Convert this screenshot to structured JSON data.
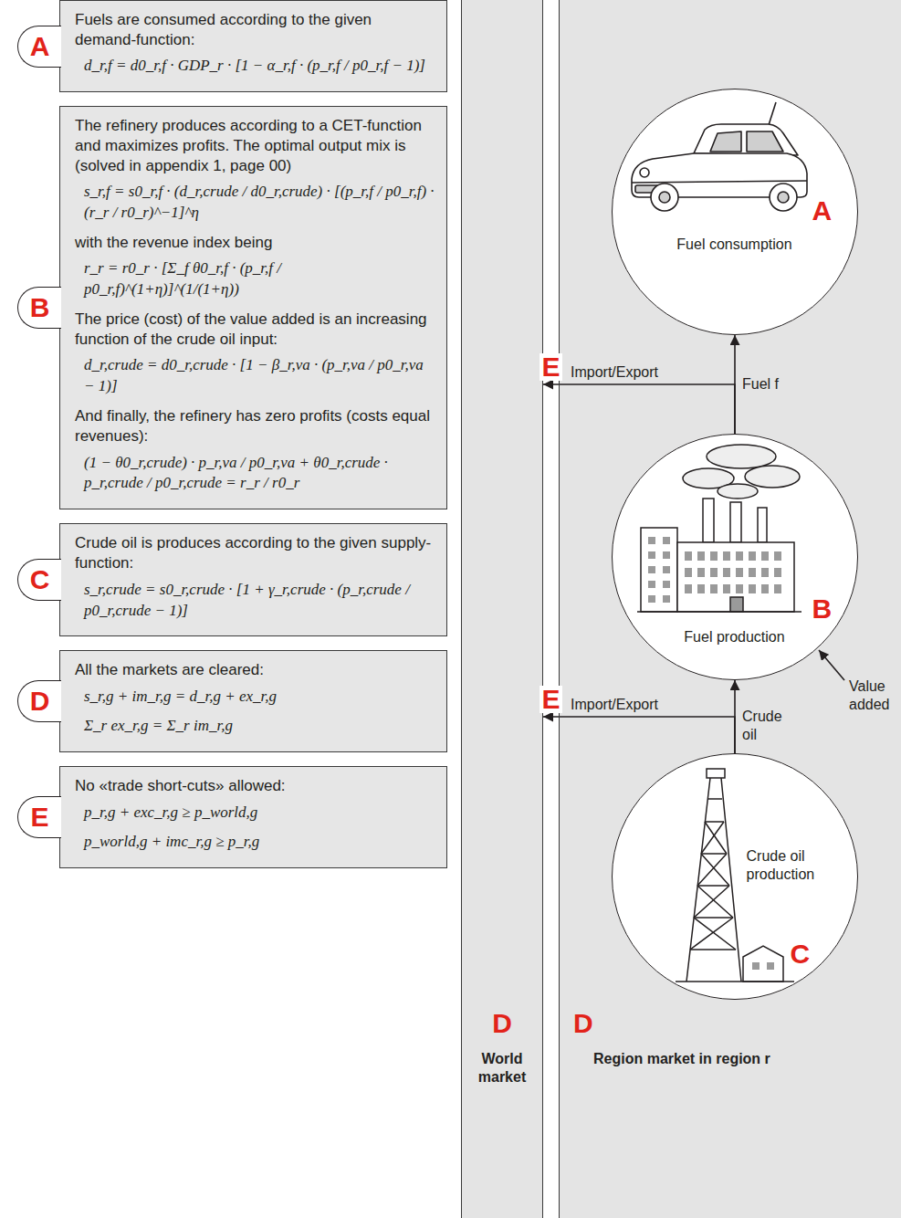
{
  "diagram": {
    "nodes": [
      {
        "text": [
          "A",
          "Fuels are consumed according to the given demand-function:",
          "d_r,f = d0_r,f · GDP_r · [1 − α_r,f · (p_r,f / p0_r,f − 1)]"
        ]
      },
      {
        "text": [
          "B",
          "The refinery produces according to a CET-function and maximizes profits. The optimal output mix is (solved in appendix 1, page 00)",
          "s_r,f = s0_r,f · (d_r,crude / d0_r,crude) · [(p_r,f / p0_r,f) · (r_r / r0_r)^−1]^η",
          "with the revenue index being",
          "r_r = r0_r · [Σ_f θ0_r,f · (p_r,f / p0_r,f)^(1+η)]^(1/(1+η))",
          "The price (cost) of the value added is an increasing function of the crude oil input:",
          "d_r,crude = d0_r,crude · [1 − β_r,va · (p_r,va / p0_r,va − 1)]",
          "And finally, the refinery has zero profits (costs equal revenues):",
          "(1 − θ0_r,crude) · p_r,va / p0_r,va + θ0_r,crude · p_r,crude / p0_r,crude = r_r / r0_r"
        ]
      },
      {
        "text": [
          "C",
          "Crude oil is produces according to the given supply-function:",
          "s_r,crude = s0_r,crude · [1 + γ_r,crude · (p_r,crude / p0_r,crude − 1)]"
        ]
      },
      {
        "text": [
          "D",
          "All the markets are cleared:",
          "s_r,g + im_r,g = d_r,g + ex_r,g",
          "Σ_r ex_r,g = Σ_r im_r,g"
        ]
      },
      {
        "text": [
          "E",
          "No «trade short-cuts» allowed:",
          "p_r,g + exc_r,g ≥ p_world,g",
          "p_world,g + imc_r,g ≥ p_r,g"
        ]
      },
      {
        "text": [
          "D",
          "World market"
        ]
      },
      {
        "text": [
          "D",
          "Region market in region r"
        ]
      },
      {
        "text": [
          "A",
          "Fuel consumption"
        ],
        "in": 6
      },
      {
        "text": [
          "B",
          "Fuel production"
        ],
        "in": 6
      },
      {
        "text": [
          "Crude oil production",
          "C"
        ],
        "in": 6
      }
    ],
    "edges": [
      {
        "from": 9,
        "to": 8,
        "arrow": "to",
        "label": "Crude oil"
      },
      {
        "from": 8,
        "to": 7,
        "arrow": "to",
        "label": "Fuel f"
      },
      {
        "from": 8,
        "to": 5,
        "arrow": "to",
        "label": "Import/Export"
      },
      {
        "from": 9,
        "to": 5,
        "arrow": "to",
        "label": "Import/Export"
      }
    ],
    "labels": [
      "E",
      "E",
      "Value added"
    ]
  }
}
